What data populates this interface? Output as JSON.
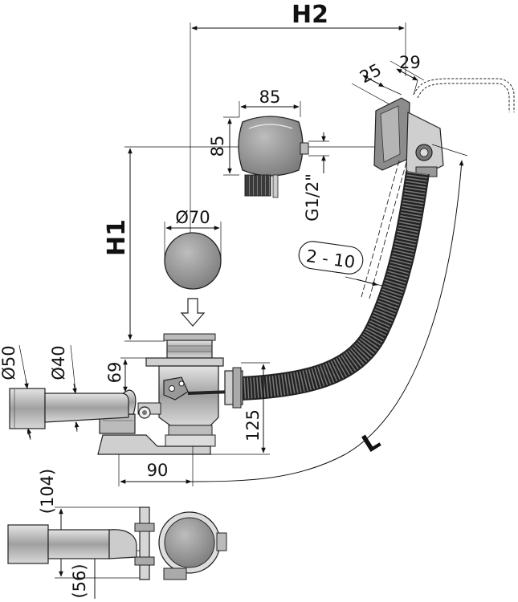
{
  "labels": {
    "h2": "H2",
    "h1": "H1",
    "l": "L",
    "d29": "29",
    "d25": "25",
    "d85w": "85",
    "d85h": "85",
    "g12": "G1/2\"",
    "d70": "Ø70",
    "range": "2 - 10",
    "d50": "Ø50",
    "d40": "Ø40",
    "d69": "69",
    "d125": "125",
    "d90": "90",
    "d104": "(104)",
    "d56": "(56)"
  },
  "colors": {
    "line": "#111111",
    "metal": "#8a8a8a",
    "metal_light": "#c8c8c8",
    "metal_dark": "#555555",
    "hose": "#3a3a3a",
    "plug": "#9a9a9a"
  }
}
